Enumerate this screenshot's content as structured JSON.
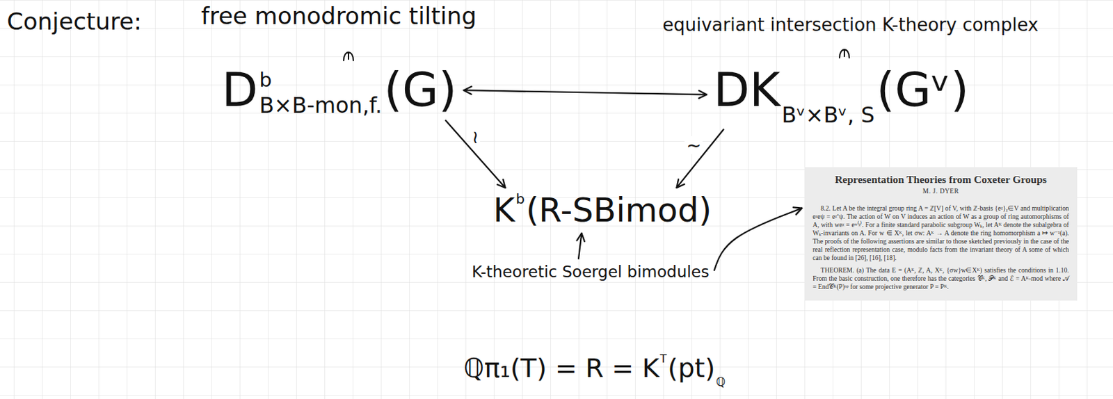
{
  "diagram": {
    "title": "Conjecture:",
    "nodes": [
      {
        "text": [
          "D",
          "b",
          "B×B-mon,f.",
          "(G)"
        ]
      },
      {
        "text": [
          "DK",
          "Bᵛ×Bᵛ, S",
          "(Gᵛ)"
        ]
      },
      {
        "text": [
          "K",
          "b",
          "(R-SBimod)"
        ]
      },
      {
        "text": [
          "K-theoretic Soergel bimodules"
        ]
      },
      {
        "text": [
          "Representation Theories from Coxeter Groups",
          "M. J. DYER",
          "8.2. Let A be the integral group ring A = ℤ[V] of V, with ℤ-basis {eᵡ}ᵪ∈V and multiplication eᵡeψ = eᵡ⁺ψ. The action of W on V induces an action of W as a group of ring automorphisms of A, with weᵡ = eʷ⁽ᵡ⁾. For a finite standard parabolic subgroup Wₖ, let Aᴷ denote the subalgebra of Wₖ-invariants on A. For w ∈ Xᴷ, let σw: Aᴷ → A denote the ring homomorphism a ↦ w⁻¹(a). The proofs of the following assertions are similar to those sketched previously in the case of the real reflection representation case, modulo facts from the invariant theory of A some of which can be found in [26], [16], [18].",
          "THEOREM. (a) The data E = (Aᴷ, ℤ, A, Xᴷ, {σw}w∈Xᴷ) satisfies the conditions in 1.10. From the basic construction, one therefore has the categories 𝒞ᴷ, 𝒫ᴷ and ℰ = Aᴷ-mod where 𝒜 = End𝒞ᴷ(P)ᵒᵖ for some projective generator P = Pᴷ."
        ]
      }
    ],
    "edges": [
      {
        "from": 0,
        "to": 1,
        "arrow": "both"
      },
      {
        "from": 0,
        "to": 2,
        "label": "≀",
        "arrow": "to"
      },
      {
        "from": 1,
        "to": 2,
        "label": "~",
        "arrow": "to"
      },
      {
        "from": 3,
        "to": 2,
        "arrow": "to"
      },
      {
        "from": 3,
        "to": 4,
        "arrow": "to"
      }
    ],
    "labels": [
      "free monodromic tilting",
      "equivariant intersection K-theory complex",
      "ℚπ₁(T) = R = K",
      "T",
      "(pt)",
      "ℚ"
    ]
  }
}
